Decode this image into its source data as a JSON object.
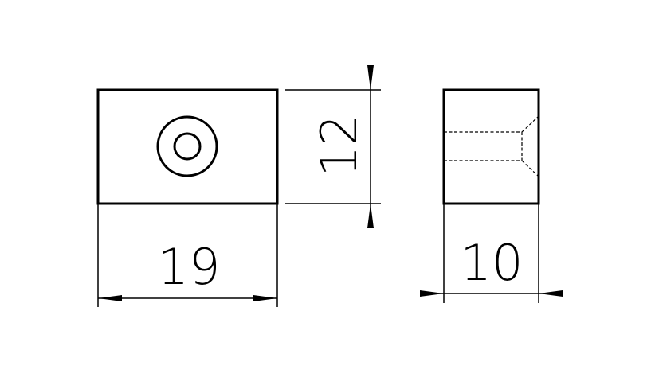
{
  "drawing": {
    "front_view": {
      "width_label": "19",
      "height_label": "12"
    },
    "side_view": {
      "width_label": "10"
    }
  }
}
